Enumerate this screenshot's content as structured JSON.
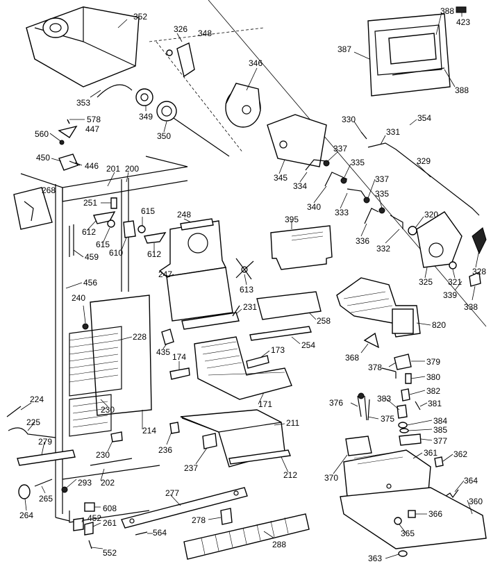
{
  "labels": [
    {
      "id": "352",
      "text": "352"
    },
    {
      "id": "326",
      "text": "326"
    },
    {
      "id": "348",
      "text": "348"
    },
    {
      "id": "346",
      "text": "346"
    },
    {
      "id": "353",
      "text": "353"
    },
    {
      "id": "349",
      "text": "349"
    },
    {
      "id": "350",
      "text": "350"
    },
    {
      "id": "578",
      "text": "578"
    },
    {
      "id": "447",
      "text": "447"
    },
    {
      "id": "560",
      "text": "560"
    },
    {
      "id": "450",
      "text": "450"
    },
    {
      "id": "446",
      "text": "446"
    },
    {
      "id": "201",
      "text": "201"
    },
    {
      "id": "200",
      "text": "200"
    },
    {
      "id": "268",
      "text": "268"
    },
    {
      "id": "251",
      "text": "251"
    },
    {
      "id": "612a",
      "text": "612"
    },
    {
      "id": "615a",
      "text": "615"
    },
    {
      "id": "615b",
      "text": "615"
    },
    {
      "id": "610",
      "text": "610"
    },
    {
      "id": "612b",
      "text": "612"
    },
    {
      "id": "248",
      "text": "248"
    },
    {
      "id": "459",
      "text": "459"
    },
    {
      "id": "456",
      "text": "456"
    },
    {
      "id": "247",
      "text": "247"
    },
    {
      "id": "613",
      "text": "613"
    },
    {
      "id": "240",
      "text": "240"
    },
    {
      "id": "228",
      "text": "228"
    },
    {
      "id": "231",
      "text": "231"
    },
    {
      "id": "435",
      "text": "435"
    },
    {
      "id": "174",
      "text": "174"
    },
    {
      "id": "173",
      "text": "173"
    },
    {
      "id": "258",
      "text": "258"
    },
    {
      "id": "254",
      "text": "254"
    },
    {
      "id": "230a",
      "text": "230"
    },
    {
      "id": "171",
      "text": "171"
    },
    {
      "id": "224",
      "text": "224"
    },
    {
      "id": "225",
      "text": "225"
    },
    {
      "id": "279",
      "text": "279"
    },
    {
      "id": "214",
      "text": "214"
    },
    {
      "id": "211",
      "text": "211"
    },
    {
      "id": "236",
      "text": "236"
    },
    {
      "id": "230b",
      "text": "230"
    },
    {
      "id": "237",
      "text": "237"
    },
    {
      "id": "212",
      "text": "212"
    },
    {
      "id": "202",
      "text": "202"
    },
    {
      "id": "293",
      "text": "293"
    },
    {
      "id": "265",
      "text": "265"
    },
    {
      "id": "264",
      "text": "264"
    },
    {
      "id": "608",
      "text": "608"
    },
    {
      "id": "452",
      "text": "452"
    },
    {
      "id": "261",
      "text": "261"
    },
    {
      "id": "552",
      "text": "552"
    },
    {
      "id": "277",
      "text": "277"
    },
    {
      "id": "278",
      "text": "278"
    },
    {
      "id": "564",
      "text": "564"
    },
    {
      "id": "288",
      "text": "288"
    },
    {
      "id": "388a",
      "text": "388"
    },
    {
      "id": "423",
      "text": "423"
    },
    {
      "id": "387",
      "text": "387"
    },
    {
      "id": "388b",
      "text": "388"
    },
    {
      "id": "354",
      "text": "354"
    },
    {
      "id": "330",
      "text": "330"
    },
    {
      "id": "331",
      "text": "331"
    },
    {
      "id": "345",
      "text": "345"
    },
    {
      "id": "337a",
      "text": "337"
    },
    {
      "id": "335a",
      "text": "335"
    },
    {
      "id": "329",
      "text": "329"
    },
    {
      "id": "334",
      "text": "334"
    },
    {
      "id": "340",
      "text": "340"
    },
    {
      "id": "333",
      "text": "333"
    },
    {
      "id": "337b",
      "text": "337"
    },
    {
      "id": "335b",
      "text": "335"
    },
    {
      "id": "395",
      "text": "395"
    },
    {
      "id": "320",
      "text": "320"
    },
    {
      "id": "336",
      "text": "336"
    },
    {
      "id": "332",
      "text": "332"
    },
    {
      "id": "328",
      "text": "328"
    },
    {
      "id": "325",
      "text": "325"
    },
    {
      "id": "321",
      "text": "321"
    },
    {
      "id": "339",
      "text": "339"
    },
    {
      "id": "338",
      "text": "338"
    },
    {
      "id": "820",
      "text": "820"
    },
    {
      "id": "368",
      "text": "368"
    },
    {
      "id": "378",
      "text": "378"
    },
    {
      "id": "379",
      "text": "379"
    },
    {
      "id": "380",
      "text": "380"
    },
    {
      "id": "382",
      "text": "382"
    },
    {
      "id": "381",
      "text": "381"
    },
    {
      "id": "376",
      "text": "376"
    },
    {
      "id": "383",
      "text": "383"
    },
    {
      "id": "375",
      "text": "375"
    },
    {
      "id": "384",
      "text": "384"
    },
    {
      "id": "385",
      "text": "385"
    },
    {
      "id": "377",
      "text": "377"
    },
    {
      "id": "361",
      "text": "361"
    },
    {
      "id": "362",
      "text": "362"
    },
    {
      "id": "370",
      "text": "370"
    },
    {
      "id": "364",
      "text": "364"
    },
    {
      "id": "360",
      "text": "360"
    },
    {
      "id": "366",
      "text": "366"
    },
    {
      "id": "365",
      "text": "365"
    },
    {
      "id": "363",
      "text": "363"
    }
  ]
}
